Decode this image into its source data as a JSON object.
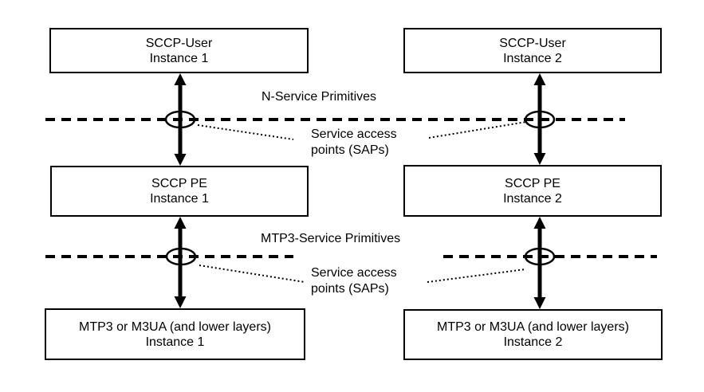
{
  "diagram_type": "protocol-layer-diagram",
  "boxes": [
    {
      "id": "sccp-user-1",
      "line1": "SCCP-User",
      "line2": "Instance 1"
    },
    {
      "id": "sccp-user-2",
      "line1": "SCCP-User",
      "line2": "Instance 2"
    },
    {
      "id": "sccp-pe-1",
      "line1": "SCCP PE",
      "line2": "Instance 1"
    },
    {
      "id": "sccp-pe-2",
      "line1": "SCCP PE",
      "line2": "Instance 2"
    },
    {
      "id": "mtp3-1",
      "line1": "MTP3 or M3UA (and lower layers)",
      "line2": "Instance 1"
    },
    {
      "id": "mtp3-2",
      "line1": "MTP3 or M3UA (and lower layers)",
      "line2": "Instance 2"
    }
  ],
  "labels": {
    "n_service": "N-Service Primitives",
    "mtp3_service": "MTP3-Service Primitives",
    "sap_line1": "Service access",
    "sap_line2": "points (SAPs)"
  },
  "colors": {
    "ink": "#000000",
    "background": "#ffffff"
  }
}
